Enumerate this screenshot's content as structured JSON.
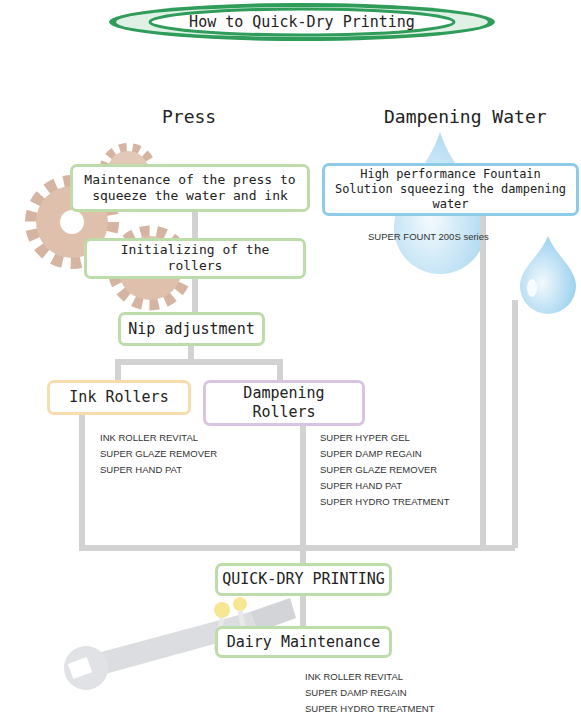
{
  "diagram": {
    "title": "How to Quick-Dry Printing",
    "nodes": [
      {
        "text": [
          "Maintenance of the press to squeeze the water and ink"
        ]
      },
      {
        "text": [
          "Initializing of the rollers"
        ]
      },
      {
        "text": [
          "High performance Fountain Solution squeezing the dampening water"
        ]
      },
      {
        "text": [
          "Nip adjustment"
        ]
      },
      {
        "text": [
          "Ink Rollers"
        ]
      },
      {
        "text": [
          "Dampening Rollers"
        ]
      },
      {
        "text": [
          "QUICK-DRY PRINTING"
        ]
      },
      {
        "text": [
          "Dairy Maintenance"
        ]
      }
    ],
    "edges": [
      {
        "from": 0,
        "to": 1,
        "arrow": "none"
      },
      {
        "from": 1,
        "to": 3,
        "arrow": "none"
      },
      {
        "from": 3,
        "to": 4,
        "arrow": "none"
      },
      {
        "from": 3,
        "to": 5,
        "arrow": "none"
      },
      {
        "from": 4,
        "to": 6,
        "arrow": "none"
      },
      {
        "from": 5,
        "to": 6,
        "arrow": "none"
      },
      {
        "from": 2,
        "to": 6,
        "arrow": "none"
      },
      {
        "from": 6,
        "to": 7,
        "arrow": "none"
      }
    ],
    "labels": [
      "Press",
      "Dampening Water",
      "SUPER FOUNT 200S series",
      "INK ROLLER REVITAL",
      "SUPER GLAZE REMOVER",
      "SUPER HAND PAT",
      "SUPER HYPER GEL",
      "SUPER DAMP REGAIN",
      "SUPER GLAZE REMOVER",
      "SUPER HAND PAT",
      "SUPER HYDRO TREATMENT",
      "INK ROLLER REVITAL",
      "SUPER DAMP REGAIN",
      "SUPER HYDRO TREATMENT"
    ]
  }
}
